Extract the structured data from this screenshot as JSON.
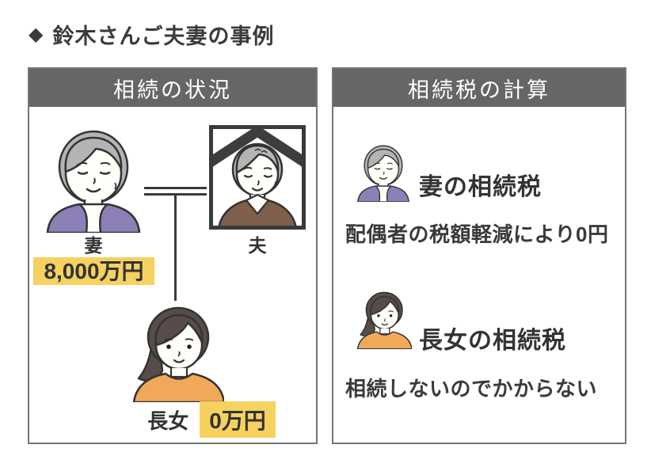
{
  "title": {
    "bullet": "◆",
    "text": "鈴木さんご夫妻の事例"
  },
  "colors": {
    "panel_header_bg": "#666666",
    "panel_border": "#757575",
    "highlight_yellow": "#f5d160",
    "text": "#333333",
    "wife_cardigan_purple": "#8c80b6",
    "husband_sweater_brown": "#7e5f4c",
    "daughter_top_orange": "#f0a85a",
    "senior_hair_gray": "#b4b4b4",
    "daughter_hair_brown": "#584c4a"
  },
  "left_panel": {
    "header": "相続の状況",
    "wife": {
      "label": "妻",
      "amount": "8,000万円"
    },
    "husband": {
      "label": "夫"
    },
    "daughter": {
      "label": "長女",
      "amount": "0万円"
    }
  },
  "right_panel": {
    "header": "相続税の計算",
    "wife": {
      "heading": "妻の相続税",
      "description": "配偶者の税額軽減により0円"
    },
    "daughter": {
      "heading": "長女の相続税",
      "description": "相続しないのでかからない"
    }
  }
}
